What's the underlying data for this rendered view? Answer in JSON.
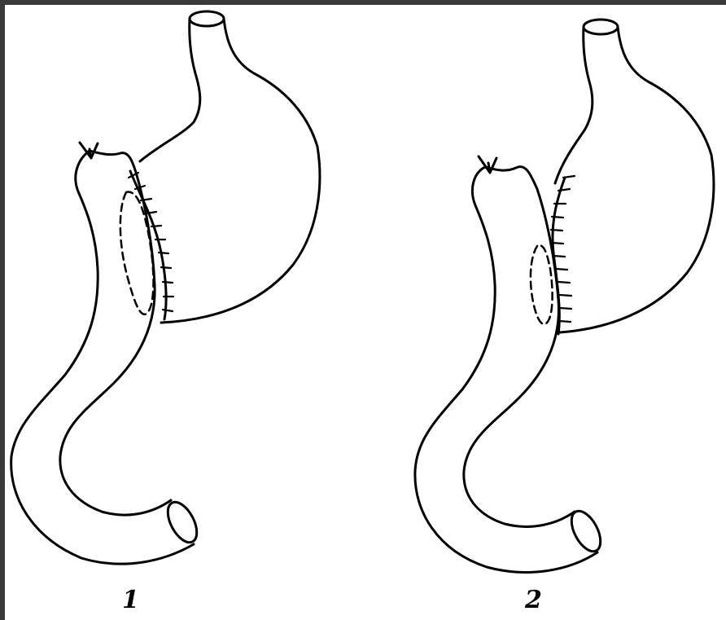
{
  "figures": [
    {
      "label": "1",
      "variant": "anastomosis-proximal"
    },
    {
      "label": "2",
      "variant": "anastomosis-distal"
    }
  ]
}
